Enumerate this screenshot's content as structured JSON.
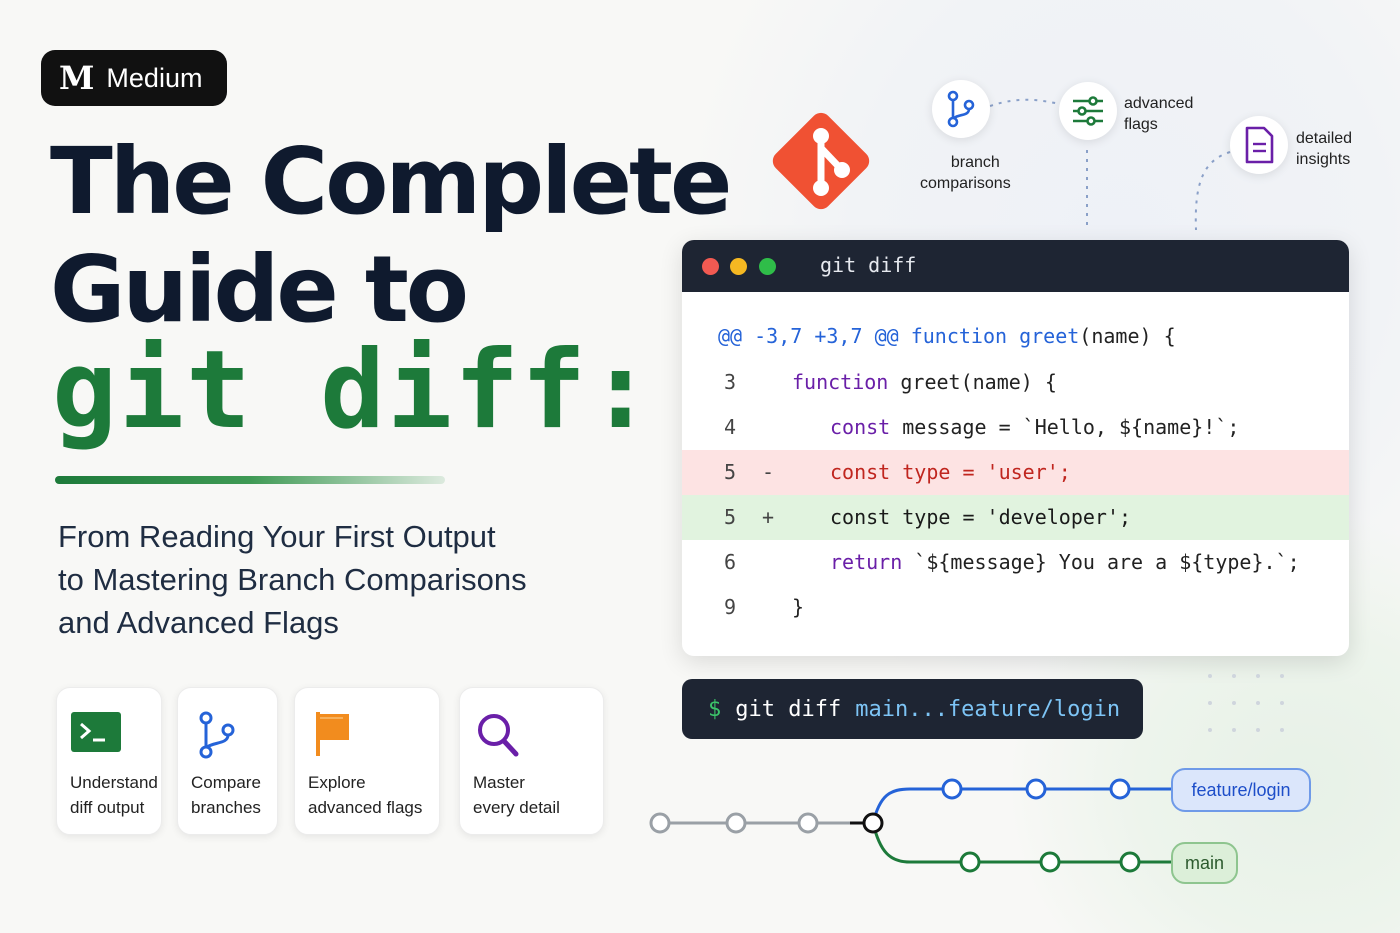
{
  "badge": {
    "logo": "M",
    "name": "Medium"
  },
  "title": {
    "line1": "The Complete",
    "line2": "Guide to",
    "code": "git diff:"
  },
  "subtitle": {
    "line1": "From Reading Your First Output",
    "line2": "to Mastering Branch Comparisons",
    "line3": "and Advanced Flags"
  },
  "cards": [
    {
      "icon": "terminal-icon",
      "line1": "Understand",
      "line2": "diff output",
      "color": "#1d7a3a"
    },
    {
      "icon": "branch-icon",
      "line1": "Compare",
      "line2": "branches",
      "color": "#2563d8"
    },
    {
      "icon": "flag-icon",
      "line1": "Explore",
      "line2": "advanced flags",
      "color": "#f28c1e"
    },
    {
      "icon": "magnifier-icon",
      "line1": "Master",
      "line2": "every detail",
      "color": "#6a1fa8"
    }
  ],
  "floating": {
    "branch": {
      "line1": "branch",
      "line2": "comparisons"
    },
    "flags": {
      "line1": "advanced",
      "line2": "flags"
    },
    "insights": {
      "line1": "detailed",
      "line2": "insights"
    }
  },
  "terminal": {
    "title": "git diff",
    "hunk": {
      "markers_open": "@@",
      "range": "-3,7 +3,7",
      "markers_close": "@@",
      "kw": "function",
      "fn": "greet",
      "rest": "(name) {"
    },
    "lines": [
      {
        "num": "3",
        "mark": "",
        "kw": "function",
        "text": " greet(name) {"
      },
      {
        "num": "4",
        "mark": "",
        "kw": "const",
        "text": " message = `Hello, ${name}!`;"
      },
      {
        "num": "5",
        "mark": "-",
        "kw": "const",
        "text": " type = ",
        "str": "'user'",
        "tail": ";"
      },
      {
        "num": "5",
        "mark": "+",
        "kw": "const",
        "text": " type = ",
        "str": "'developer'",
        "tail": ";"
      },
      {
        "num": "6",
        "mark": "",
        "kw": "return",
        "text": " `${message} You are a ${type}.`;"
      },
      {
        "num": "9",
        "mark": "",
        "kw": "",
        "text": "}"
      }
    ]
  },
  "command": {
    "prompt": "$",
    "cmd": "git diff",
    "arg": "main...feature/login"
  },
  "graph": {
    "feature_branch": "feature/login",
    "main_branch": "main"
  },
  "colors": {
    "git_logo": "#f05133",
    "removed_bg": "#fde3e3",
    "added_bg": "#e1f3df",
    "feature": "#2563d8",
    "main": "#1d7a3a"
  }
}
